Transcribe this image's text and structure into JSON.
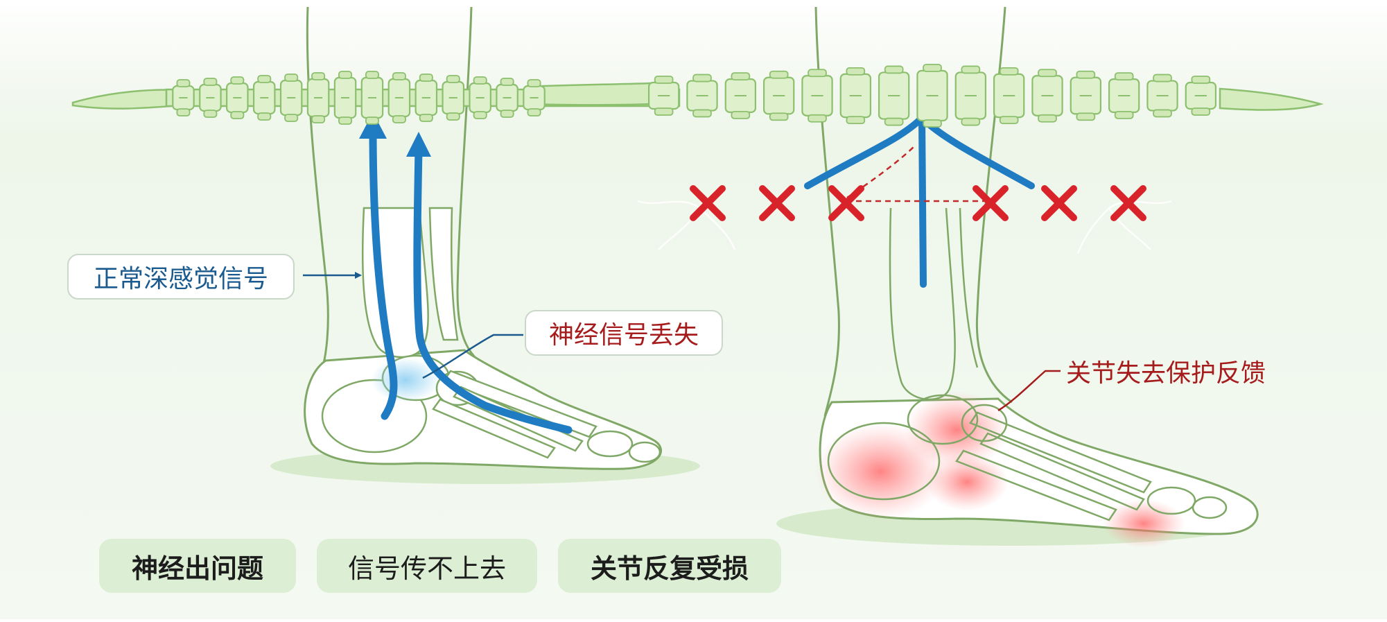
{
  "labels": {
    "normal_signal": "正常深感觉信号",
    "signal_lost": "神经信号丢失",
    "joint_feedback_lost": "关节失去保护反馈"
  },
  "pills": [
    {
      "text": "神经出问题",
      "bold": true
    },
    {
      "text": "信号传不上去",
      "bold": false
    },
    {
      "text": "关节反复受损",
      "bold": true
    }
  ],
  "colors": {
    "background_green": "#eef6ea",
    "spine_fill": "#d5ecbe",
    "spine_stroke": "#8cbf6e",
    "nerve_blue": "#1f7bc2",
    "label_blue": "#1a5a8e",
    "alert_red": "#d8232a",
    "label_red": "#a61c1c",
    "pill_green": "#dcefd4"
  }
}
